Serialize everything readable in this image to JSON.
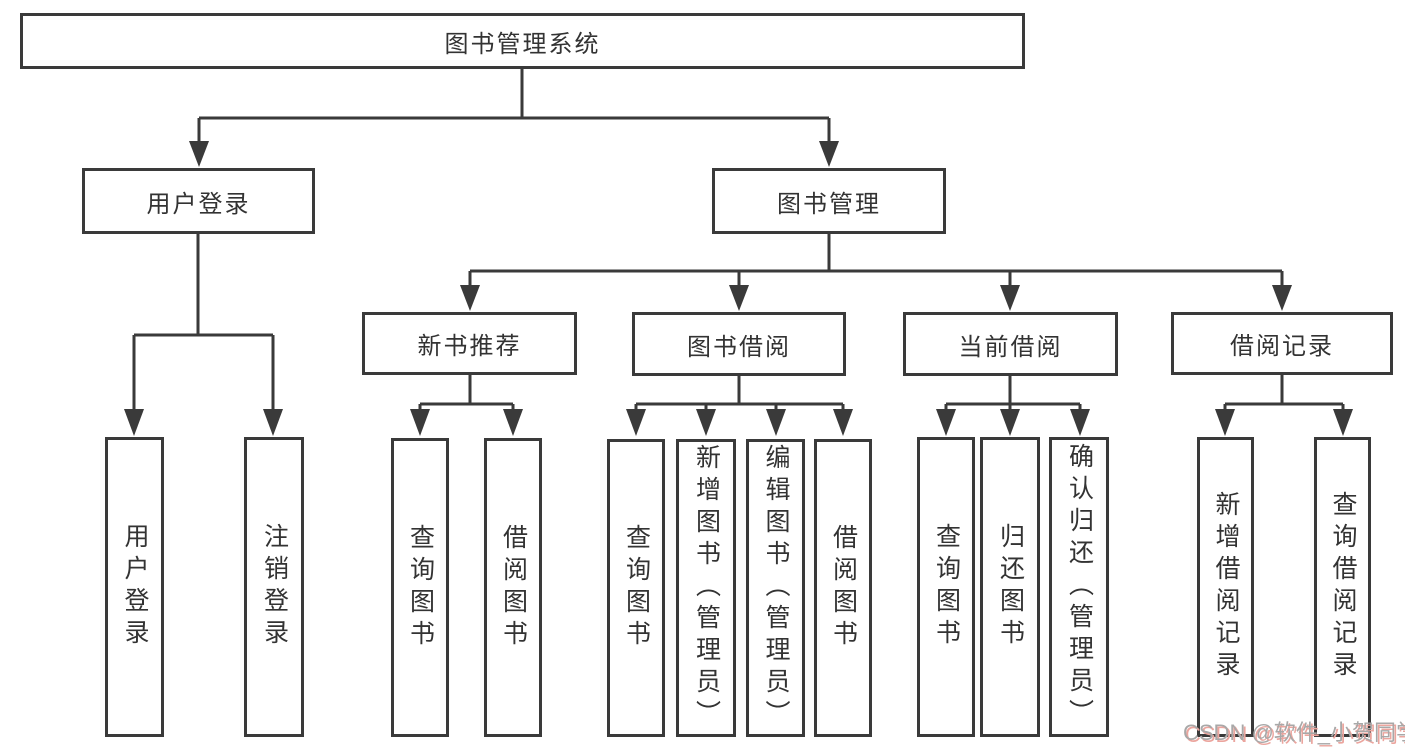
{
  "diagram": {
    "title_node": {
      "label": "图书管理系统"
    },
    "branches": [
      {
        "label": "用户登录",
        "children": [
          {
            "label": "用户登录"
          },
          {
            "label": "注销登录"
          }
        ]
      },
      {
        "label": "图书管理",
        "children": [
          {
            "label": "新书推荐",
            "children": [
              {
                "label": "查询图书"
              },
              {
                "label": "借阅图书"
              }
            ]
          },
          {
            "label": "图书借阅",
            "children": [
              {
                "label": "查询图书"
              },
              {
                "label": "新增图书（管理员）"
              },
              {
                "label": "编辑图书（管理员）"
              },
              {
                "label": "借阅图书"
              }
            ]
          },
          {
            "label": "当前借阅",
            "children": [
              {
                "label": "查询图书"
              },
              {
                "label": "归还图书"
              },
              {
                "label": "确认归还（管理员）"
              }
            ]
          },
          {
            "label": "借阅记录",
            "children": [
              {
                "label": "新增借阅记录"
              },
              {
                "label": "查询借阅记录"
              }
            ]
          }
        ]
      }
    ],
    "watermark": {
      "text": "CSDN @软件_小贺同学"
    },
    "colors": {
      "line": "#3a3a3a",
      "text": "#333333",
      "background": "#ffffff",
      "watermark": "#a8a8a8",
      "watermark_shadow": "#eba59e"
    }
  }
}
